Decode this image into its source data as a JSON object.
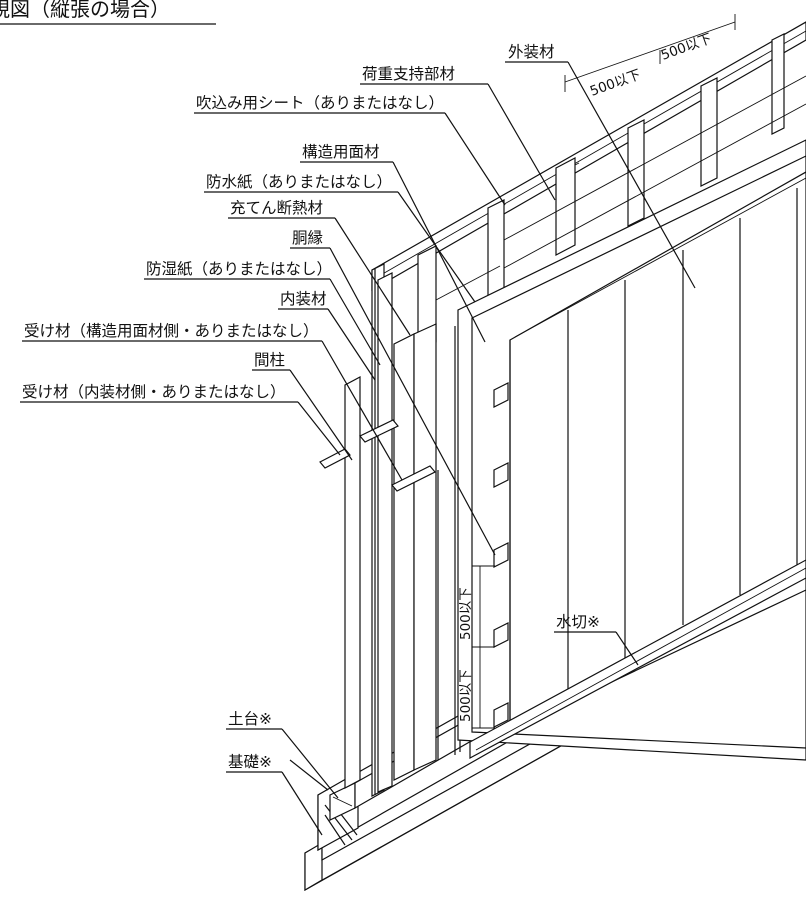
{
  "diagram": {
    "title": "視図（縦張の場合）",
    "labels": {
      "exterior": "外装材",
      "load_support": "荷重支持部材",
      "blown_sheet": "吹込み用シート（ありまたはなし）",
      "structural_panel": "構造用面材",
      "waterproof_paper": "防水紙（ありまたはなし）",
      "insulation": "充てん断熱材",
      "furring": "胴縁",
      "vapor_barrier": "防湿紙（ありまたはなし）",
      "interior": "内装材",
      "receiver_structural": "受け材（構造用面材側・ありまたはなし）",
      "stud": "間柱",
      "receiver_interior": "受け材（内装材側・ありまたはなし）",
      "flashing": "水切※",
      "sill": "土台※",
      "foundation": "基礎※"
    },
    "dimensions": {
      "horizontal_1": "500以下",
      "horizontal_2": "500以下",
      "vertical_1": "500以下",
      "vertical_2": "500以下"
    }
  }
}
